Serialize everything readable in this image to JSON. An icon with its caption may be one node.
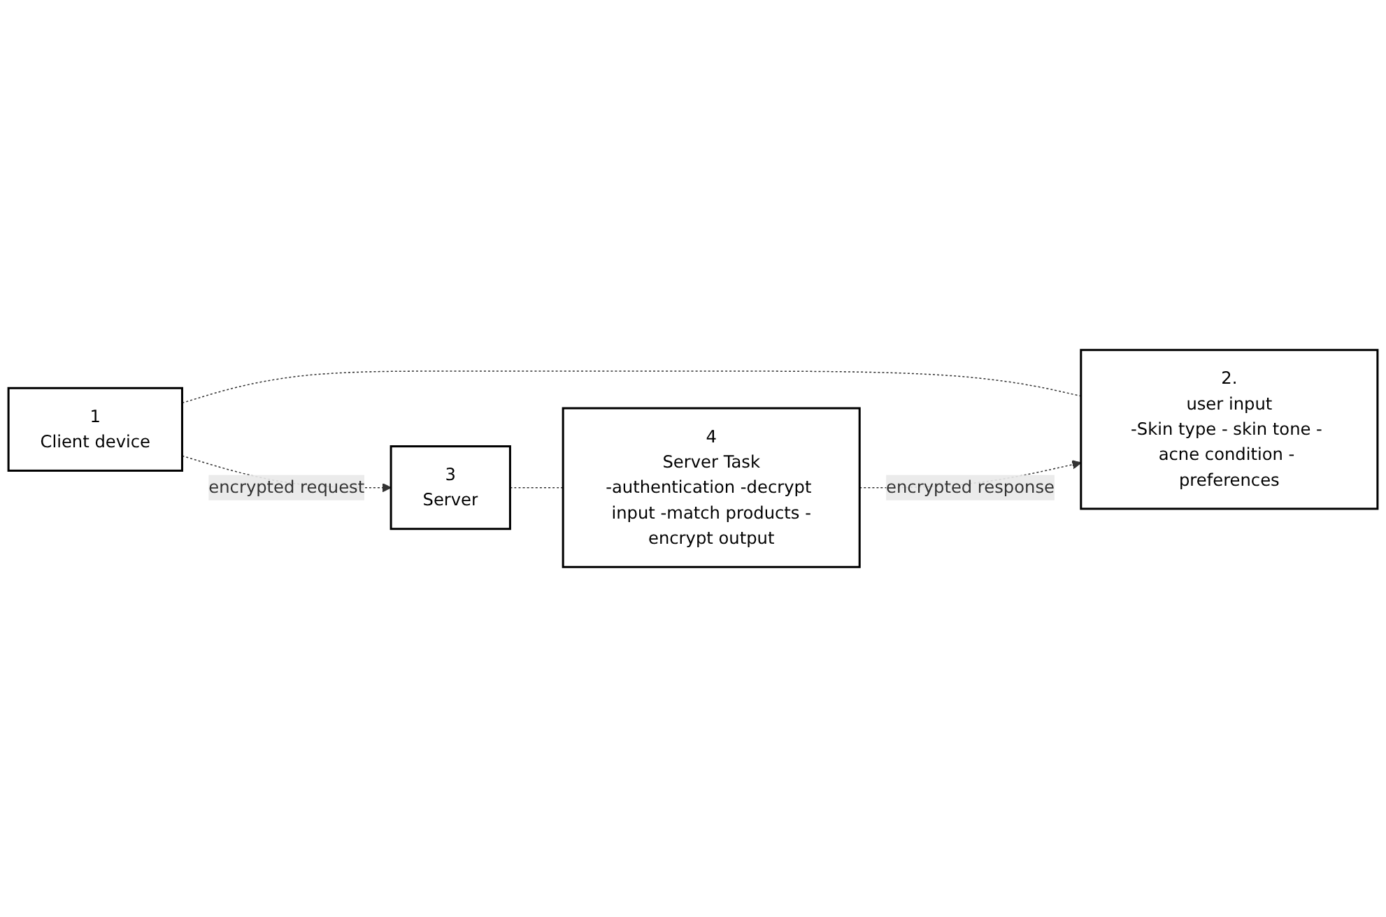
{
  "diagram": {
    "nodes": [
      {
        "text": [
          "1",
          "Client device"
        ]
      },
      {
        "text": [
          "3",
          "Server"
        ]
      },
      {
        "text": [
          "2.",
          "user input",
          "-Skin type - skin tone - acne condition - preferences"
        ]
      },
      {
        "text": [
          "4",
          "Server Task",
          "-authentication -decrypt input -match products -encrypt output"
        ]
      }
    ],
    "edges": [
      {
        "from": 0,
        "to": 1,
        "arrow": "to",
        "label": "encrypted request",
        "style": "dashed"
      },
      {
        "from": 0,
        "to": 2,
        "arrow": "none",
        "style": "dashed"
      },
      {
        "from": 1,
        "to": 3,
        "arrow": "none",
        "style": "dashed"
      },
      {
        "from": 3,
        "to": 2,
        "arrow": "to",
        "label": "encrypted response",
        "style": "dashed"
      }
    ]
  }
}
